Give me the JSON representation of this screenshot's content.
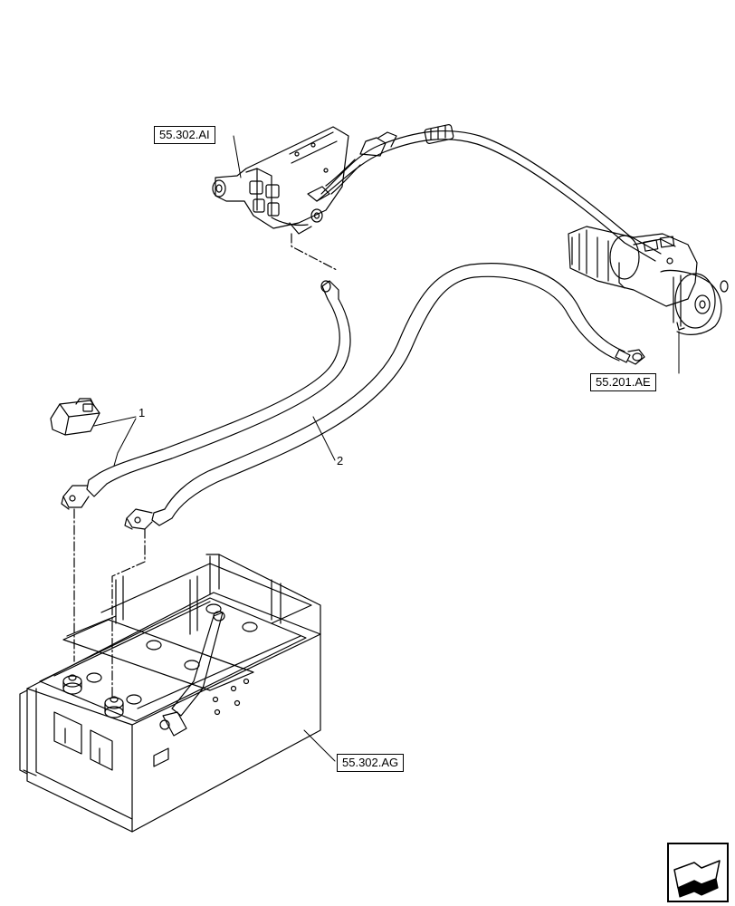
{
  "references": {
    "top_left": "55.302.AI",
    "right": "55.201.AE",
    "bottom": "55.302.AG"
  },
  "callouts": {
    "item1": "1",
    "item2": "2"
  },
  "colors": {
    "line": "#000000",
    "background": "#ffffff"
  },
  "icons": {
    "nav": "next-page-arrow-icon"
  }
}
